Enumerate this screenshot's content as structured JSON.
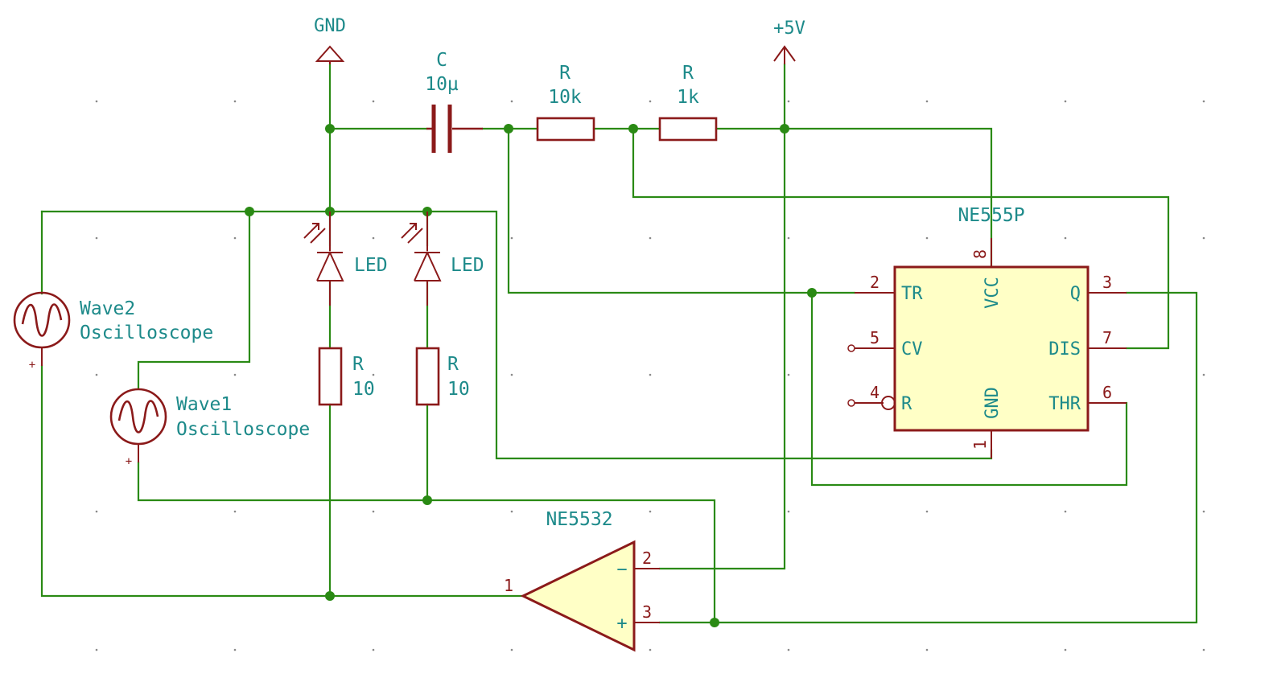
{
  "power": {
    "gnd_label": "GND",
    "vcc_label": "+5V"
  },
  "components": {
    "c1": {
      "ref": "C",
      "value": "10µ"
    },
    "r10k": {
      "ref": "R",
      "value": "10k"
    },
    "r1k": {
      "ref": "R",
      "value": "1k"
    },
    "led1": {
      "label": "LED"
    },
    "led2": {
      "label": "LED"
    },
    "r10a": {
      "ref": "R",
      "value": "10"
    },
    "r10b": {
      "ref": "R",
      "value": "10"
    },
    "wave2": {
      "name": "Wave2",
      "type": "Oscilloscope",
      "polarity": "+"
    },
    "wave1": {
      "name": "Wave1",
      "type": "Oscilloscope",
      "polarity": "+"
    },
    "ne555": {
      "name": "NE555P",
      "pins": {
        "tr": {
          "num": "2",
          "name": "TR"
        },
        "cv": {
          "num": "5",
          "name": "CV"
        },
        "r": {
          "num": "4",
          "name": "R"
        },
        "vcc": {
          "num": "8",
          "name": "VCC"
        },
        "gnd": {
          "num": "1",
          "name": "GND"
        },
        "q": {
          "num": "3",
          "name": "Q"
        },
        "dis": {
          "num": "7",
          "name": "DIS"
        },
        "thr": {
          "num": "6",
          "name": "THR"
        }
      }
    },
    "ne5532": {
      "name": "NE5532",
      "pins": {
        "out": {
          "num": "1"
        },
        "inv": {
          "num": "2",
          "sign": "−"
        },
        "noninv": {
          "num": "3",
          "sign": "+"
        }
      }
    }
  },
  "colors": {
    "wire": "#2a8a14",
    "component": "#8b1a1a",
    "label": "#1d8a8a",
    "ic_body": "#ffffc6"
  }
}
